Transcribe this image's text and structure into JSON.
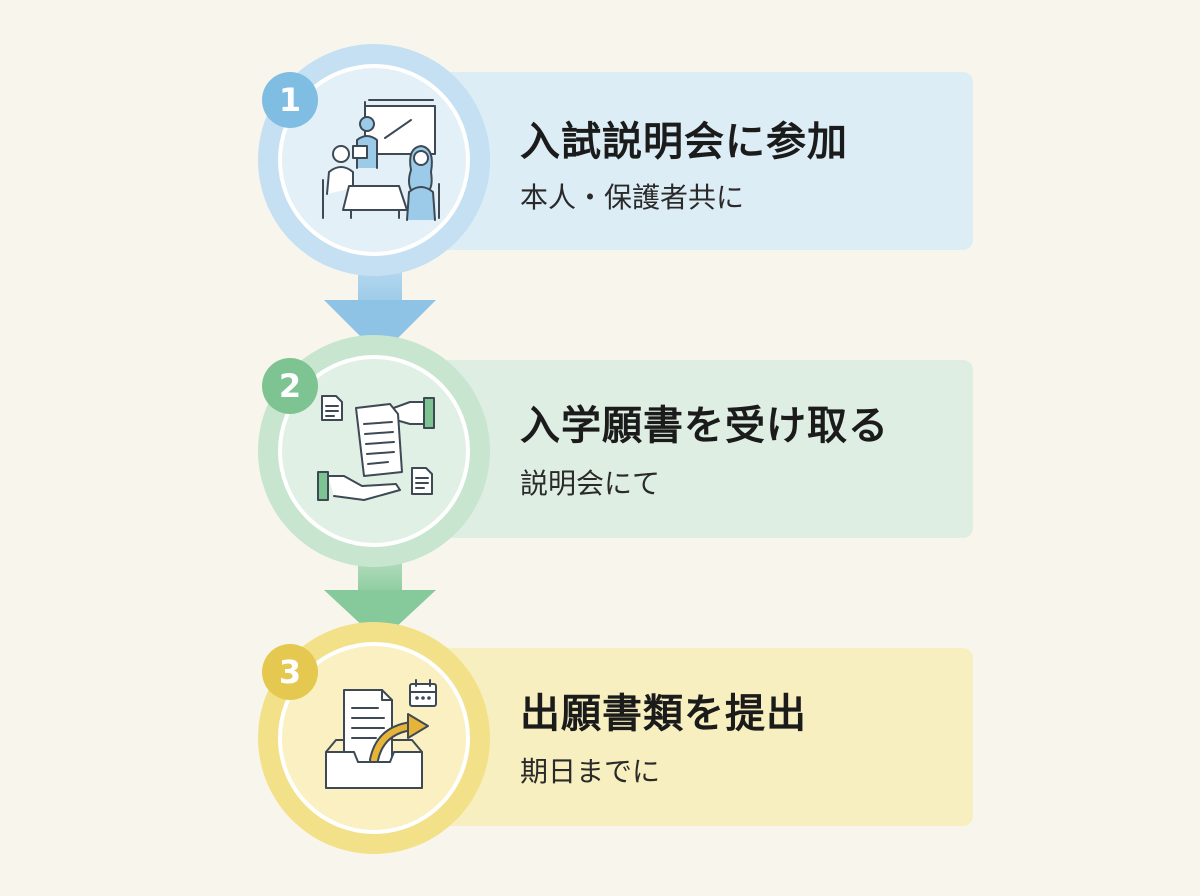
{
  "steps": [
    {
      "number": "1",
      "title": "入試説明会に参加",
      "subtitle": "本人・保護者共に",
      "icon": "presentation-meeting-icon",
      "accent": "#7fbde3"
    },
    {
      "number": "2",
      "title": "入学願書を受け取る",
      "subtitle": "説明会にて",
      "icon": "document-handover-icon",
      "accent": "#7dc492"
    },
    {
      "number": "3",
      "title": "出願書類を提出",
      "subtitle": "期日までに",
      "icon": "document-submit-tray-icon",
      "accent": "#e5c84f"
    }
  ]
}
